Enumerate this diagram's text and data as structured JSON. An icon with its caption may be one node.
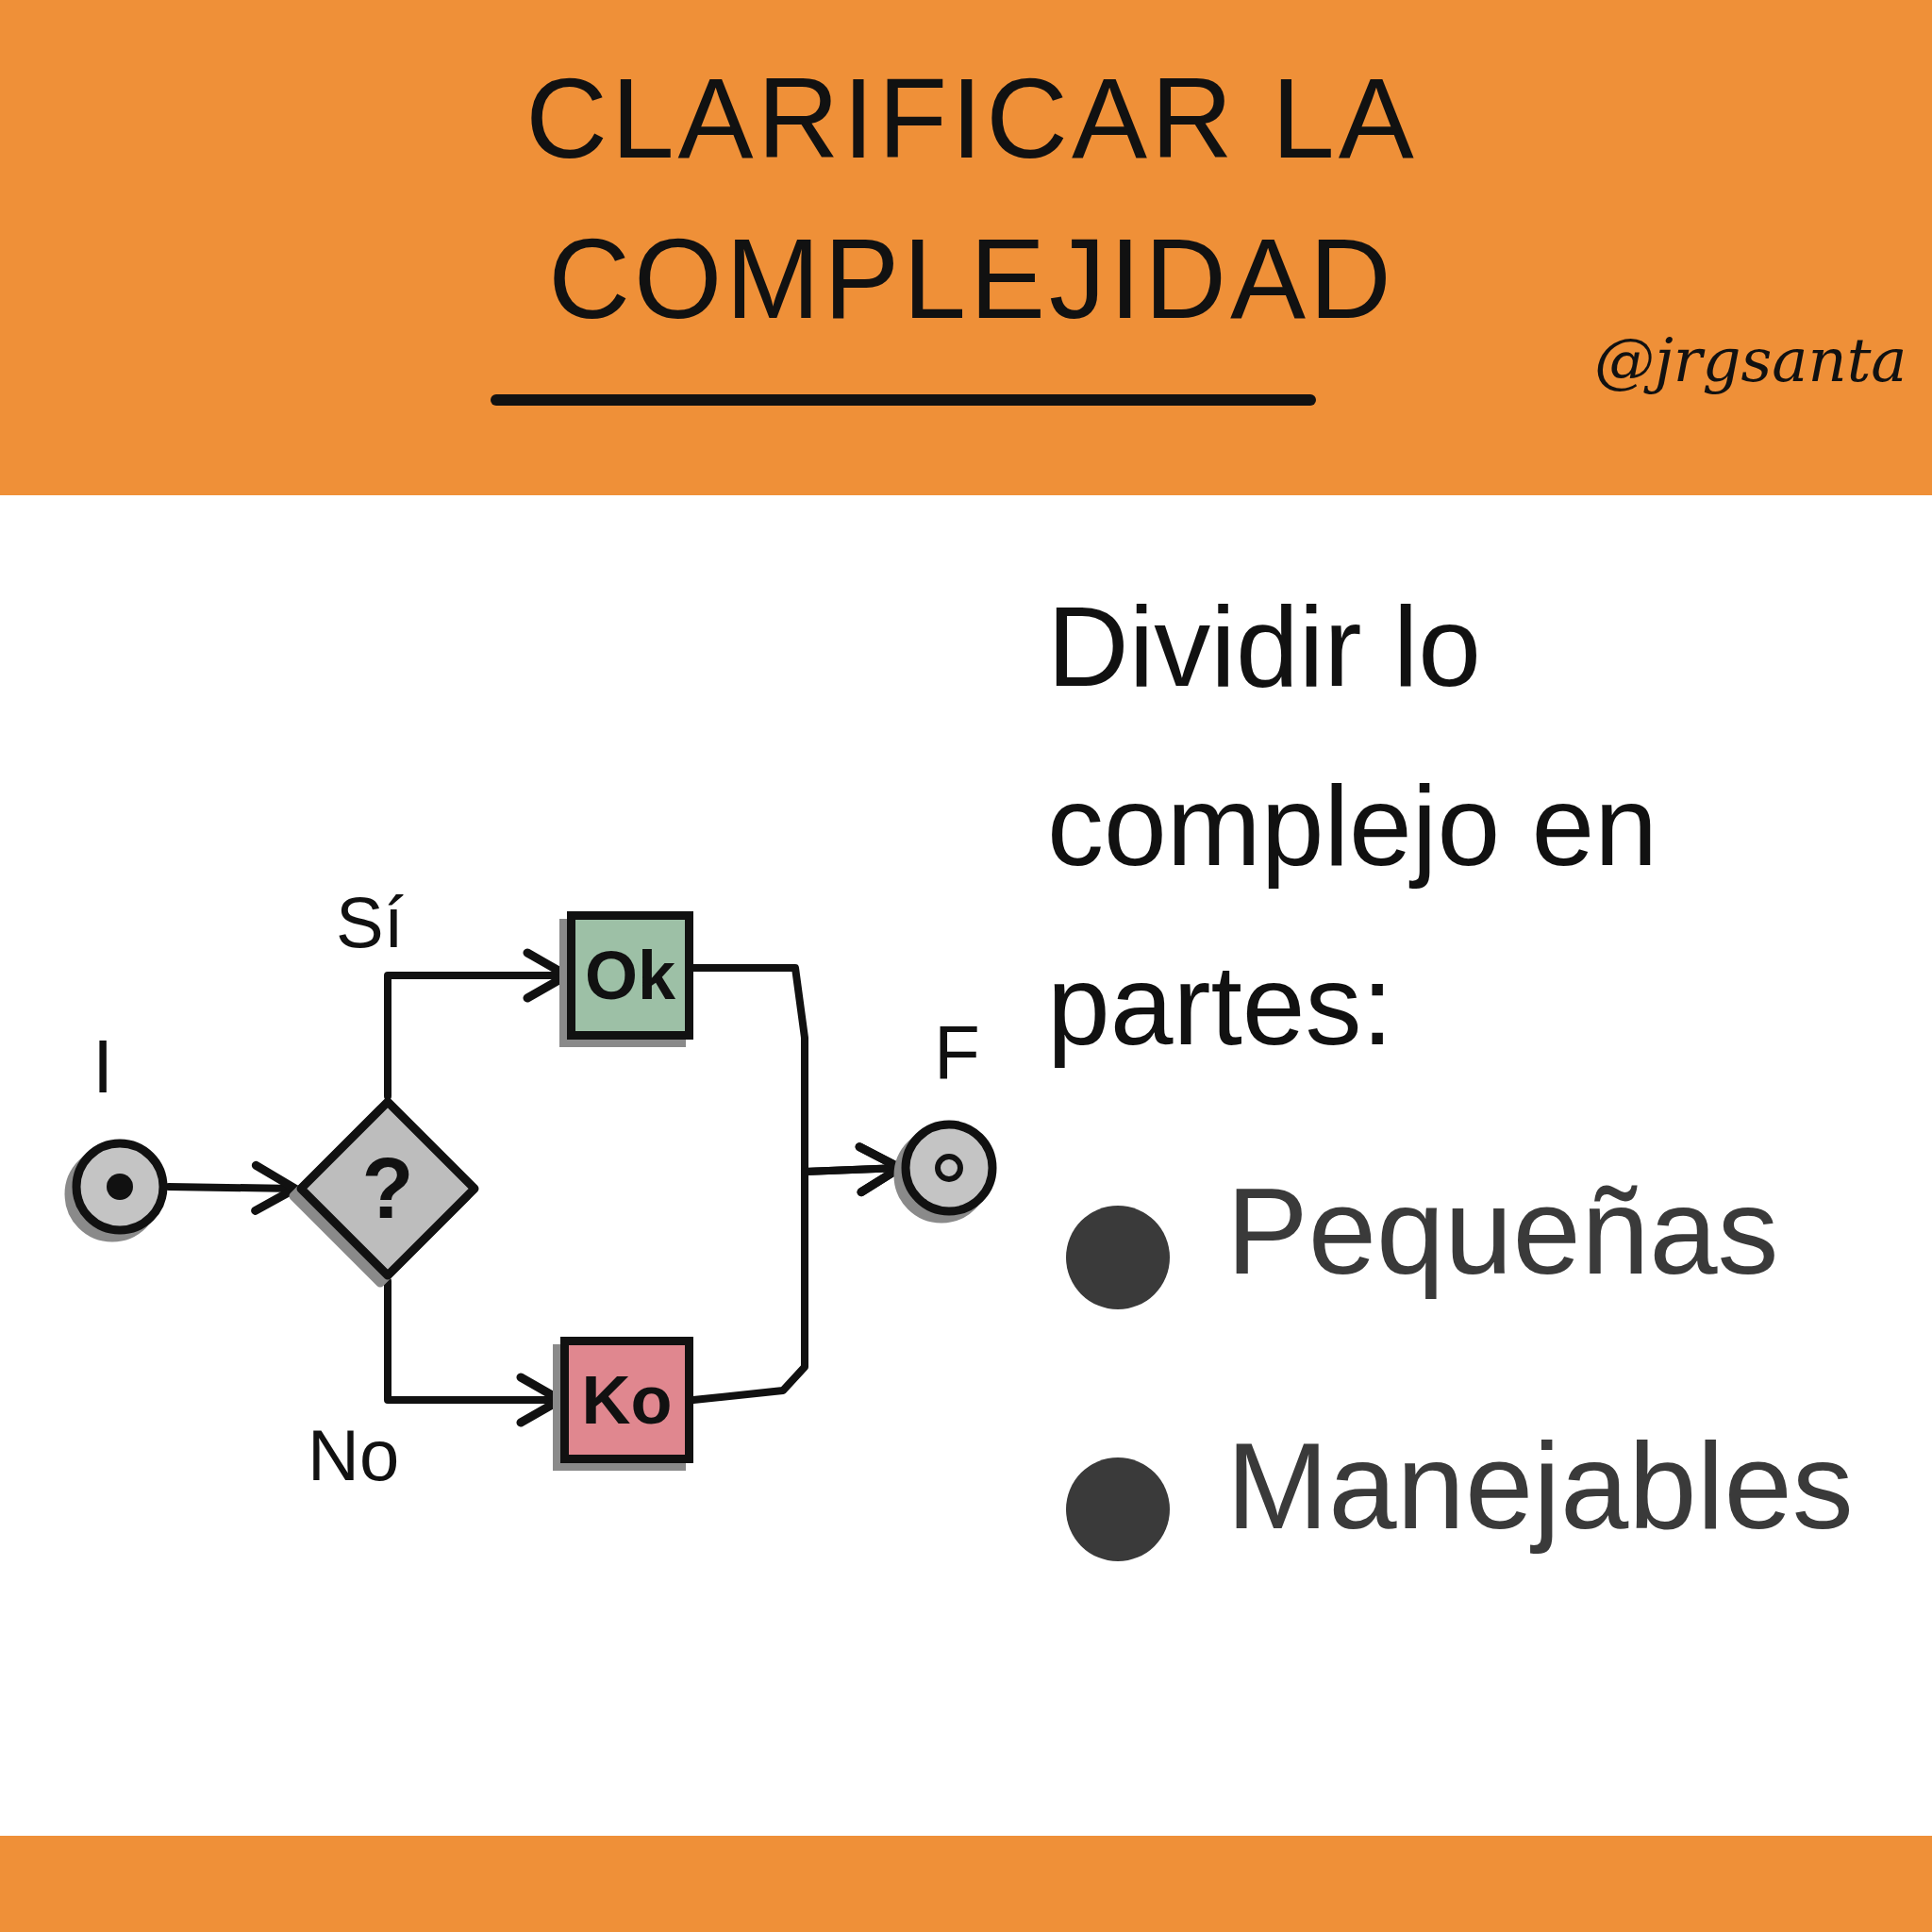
{
  "diagram": {
    "title": "CLARIFICAR LA COMPLEJIDAD",
    "nodes": [
      {
        "text": [],
        "shape": "circle",
        "beside": [
          "I"
        ]
      },
      {
        "text": [
          "?"
        ]
      },
      {
        "text": [
          "Ok"
        ]
      },
      {
        "text": [
          "Ko"
        ]
      },
      {
        "text": [],
        "shape": "circle",
        "beside": [
          "F"
        ]
      }
    ],
    "edges": [
      {
        "from": 0,
        "to": 1,
        "arrow": "to"
      },
      {
        "from": 1,
        "to": 2,
        "arrow": "to",
        "label": "Sí"
      },
      {
        "from": 1,
        "to": 3,
        "arrow": "to",
        "label": "No"
      },
      {
        "from": 2,
        "to": 4,
        "arrow": "to"
      },
      {
        "from": 3,
        "to": 4,
        "arrow": "to"
      }
    ],
    "labels": [
      "@jrgsanta",
      "Dividir lo complejo en partes:",
      "Pequeñas",
      "Manejables"
    ]
  }
}
